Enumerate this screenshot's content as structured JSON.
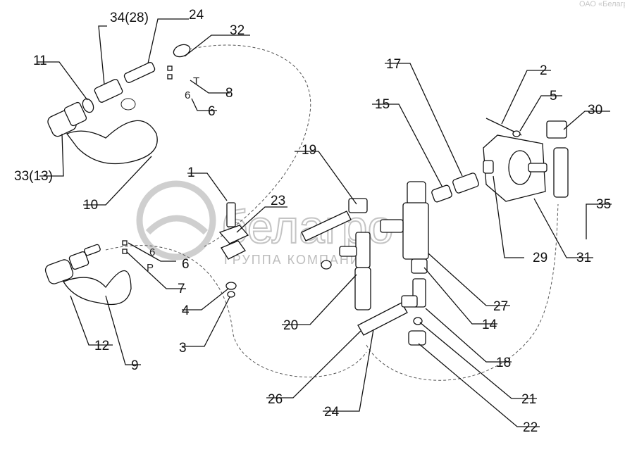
{
  "watermark": {
    "brand": "белагро",
    "subtitle": "ГРУППА КОМПАНИЙ",
    "corner": "ОАО «Белагро»"
  },
  "callouts": {
    "c34": "34(28)",
    "c24a": "24",
    "c32": "32",
    "c11": "11",
    "c8": "8",
    "c6a": "6",
    "t_small": "T",
    "six_small_a": "6",
    "c33": "33(13)",
    "c10": "10",
    "c1": "1",
    "c23": "23",
    "c6b": "6",
    "six_small_b": "6",
    "p_small": "P",
    "c7": "7",
    "c4": "4",
    "c3": "3",
    "c12": "12",
    "c9": "9",
    "c19": "19",
    "c20": "20",
    "c26": "26",
    "c24b": "24",
    "c17": "17",
    "c15": "15",
    "c2": "2",
    "c5": "5",
    "c30": "30",
    "c35": "35",
    "c29": "29",
    "c31": "31",
    "c27": "27",
    "c14": "14",
    "c18": "18",
    "c21": "21",
    "c22": "22"
  }
}
